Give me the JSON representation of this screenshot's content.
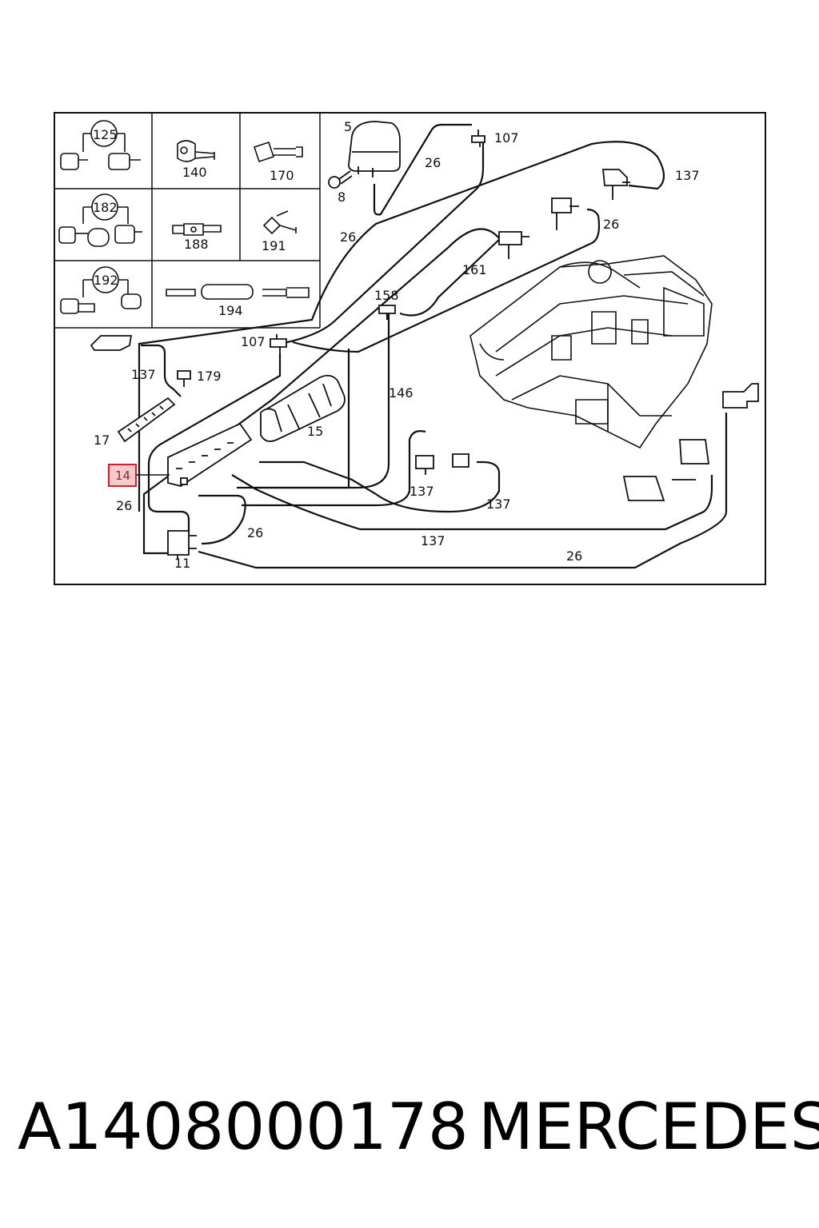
{
  "labels": {
    "l125": "125",
    "l140": "140",
    "l170": "170",
    "l182": "182",
    "l188": "188",
    "l191": "191",
    "l192": "192",
    "l194": "194",
    "l5": "5",
    "l8": "8",
    "l26a": "26",
    "l107a": "107",
    "l137a": "137",
    "l26b": "26",
    "l26c": "26",
    "l161": "161",
    "l158": "158",
    "l107b": "107",
    "l137b": "137",
    "l179": "179",
    "l146": "146",
    "l17": "17",
    "l15": "15",
    "l14": "14",
    "l26d": "26",
    "l137c": "137",
    "l137d": "137",
    "l26e": "26",
    "l137e": "137",
    "l26f": "26",
    "l11": "11"
  },
  "highlighted_part": "14",
  "caption": {
    "part_number": "A1408000178",
    "brand": "MERCEDES"
  },
  "colors": {
    "highlight_border": "#d0202a",
    "highlight_fill": "#f7c9cc",
    "line": "#111111"
  }
}
